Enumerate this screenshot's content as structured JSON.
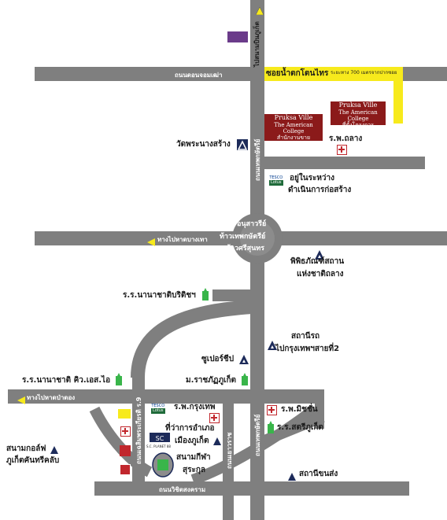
{
  "roads": {
    "north_road": "ไปสนามบินภูเก็ต",
    "ring_road_west": "ถนนดอนจอมเฒ่า",
    "ring_road_east": "ซอยน้ำตกโตนไทร",
    "distance_note": "ระยะทาง 700 เมตรจากปากซอย",
    "thepkasattri_north": "ถนนเทพกษัตรีย์",
    "thepkasattri_south": "ถนนเทพกษัตรีย์",
    "chalermprakiat": "ถนนเฉลิมพระเกียรติ ร.9",
    "yaowarat": "ถนนเยาวราช",
    "wichit_songkhram": "ถนนวิชิตสงคราม"
  },
  "places": {
    "pruksa_1": {
      "name": "Pruksa Ville",
      "sub": "The American College",
      "note": "สำนักงานขาย"
    },
    "pruksa_2": {
      "name": "Pruksa Ville",
      "sub": "The American College",
      "note": "ที่ตั้งโครงการ"
    },
    "wat_phra_nang_sang": "วัดพระนางสร้าง",
    "rp_thalang": "ร.พ.ถลาง",
    "under_construction_line1": "อยู่ในระหว่าง",
    "under_construction_line2": "ดำเนินการก่อสร้าง",
    "monument_1": "อนุสาวรีย์",
    "monument_2": "ท้าวเทพกษัตรีย์",
    "monument_3": "ท้าวศรีสุนทร",
    "to_nai_yang": "ทางไปหาดบางเทา",
    "museum_line1": "พิพิธภัณฑ์สถาน",
    "museum_line2": "แห่งชาติถลาง",
    "british_school": "ร.ร.นานาชาติบริติชฯ",
    "bus_station_line1": "สถานีรถ",
    "bus_station_line2": "ไปกรุงเทพฯสายที่2",
    "super_cheap": "ซูเปอร์ชีป",
    "rajabhat": "ม.ราชภัฏภูเก็ต",
    "hks_school": "ร.ร.นานาชาติ คิว.เอส.ไอ",
    "to_patong": "ทางไปหาดป่าตอง",
    "bangkok_hospital": "ร.พ.กรุงเทพ",
    "district_office_line1": "ที่ว่าการอำเภอ",
    "district_office_line2": "เมืองภูเก็ต",
    "mission_hospital": "ร.พ.มิชชั่น",
    "satri_school": "ร.ร.สตรีภูเก็ต",
    "golf_line1": "สนามกอล์ฟ",
    "golf_line2": "ภูเก็ตคันทรีคลับ",
    "stadium_line1": "สนามกีฬา",
    "stadium_line2": "สุระกุล",
    "police_station": "สถานีขนส่ง",
    "tesco_top": "TESCO",
    "tesco_bottom": "Lotus",
    "supercheap_logo": "S.C. PLANET 88"
  },
  "colors": {
    "road": "#7f7f7f",
    "highlight": "#f7ea1c",
    "brand": "#8b1a1a",
    "hospital": "#c1272d",
    "landmark": "#1d2b5a",
    "school": "#39b54a"
  }
}
